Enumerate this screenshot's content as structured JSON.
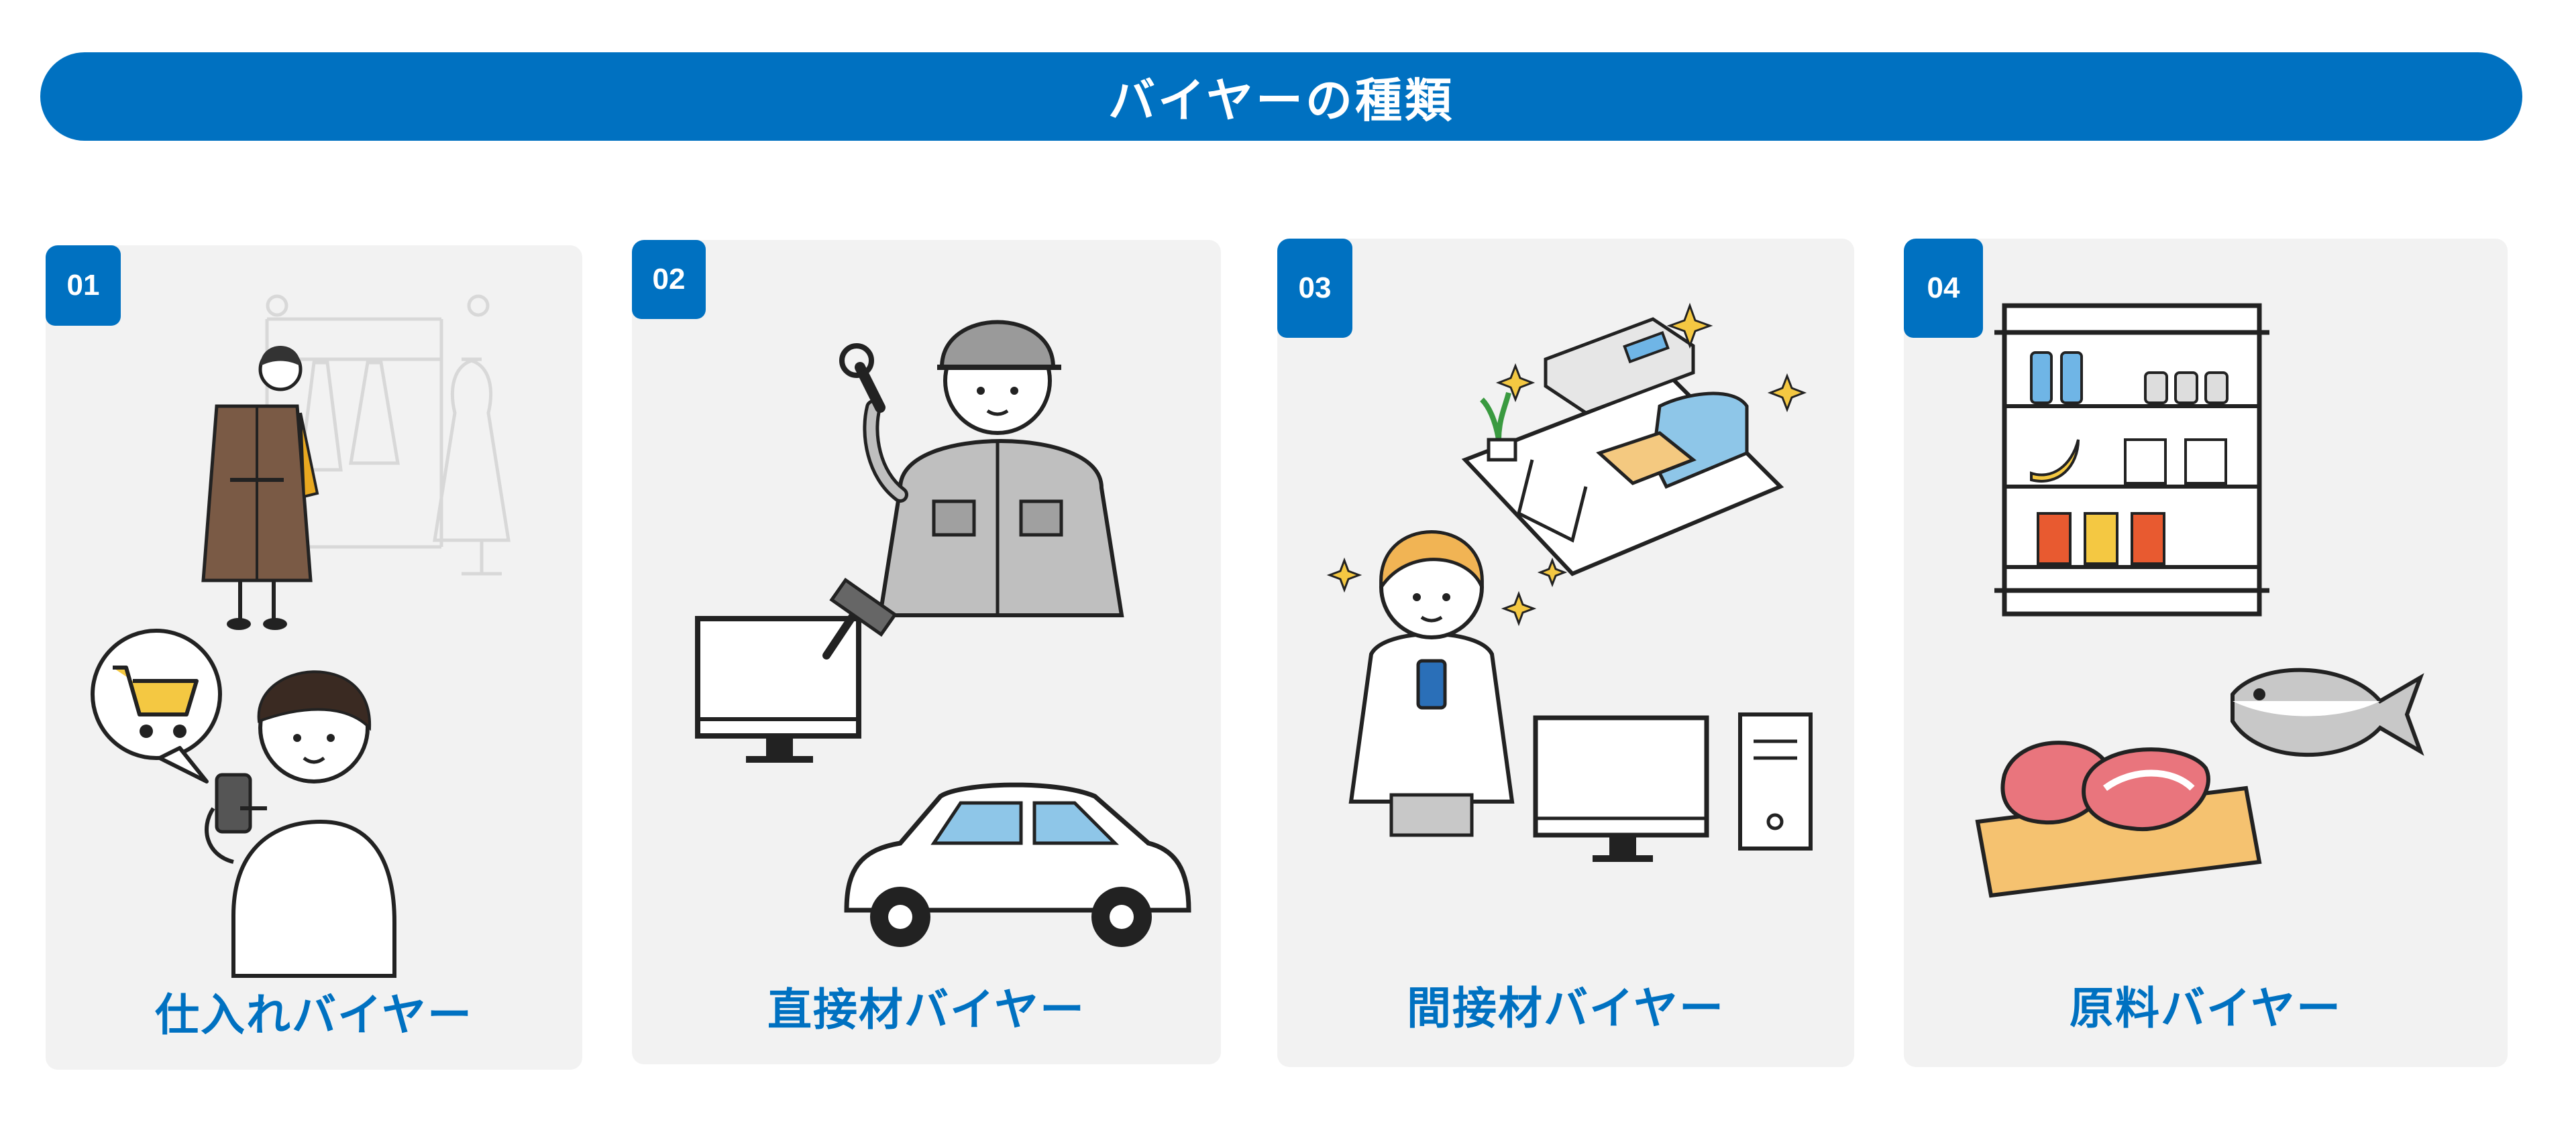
{
  "banner": {
    "title": "バイヤーの種類"
  },
  "cards": [
    {
      "number": "01",
      "title": "仕入れバイヤー"
    },
    {
      "number": "02",
      "title": "直接材バイヤー"
    },
    {
      "number": "03",
      "title": "間接材バイヤー"
    },
    {
      "number": "04",
      "title": "原料バイヤー"
    }
  ],
  "colors": {
    "accent": "#0071c1",
    "card_bg": "#f2f2f2",
    "text_on_accent": "#ffffff"
  }
}
